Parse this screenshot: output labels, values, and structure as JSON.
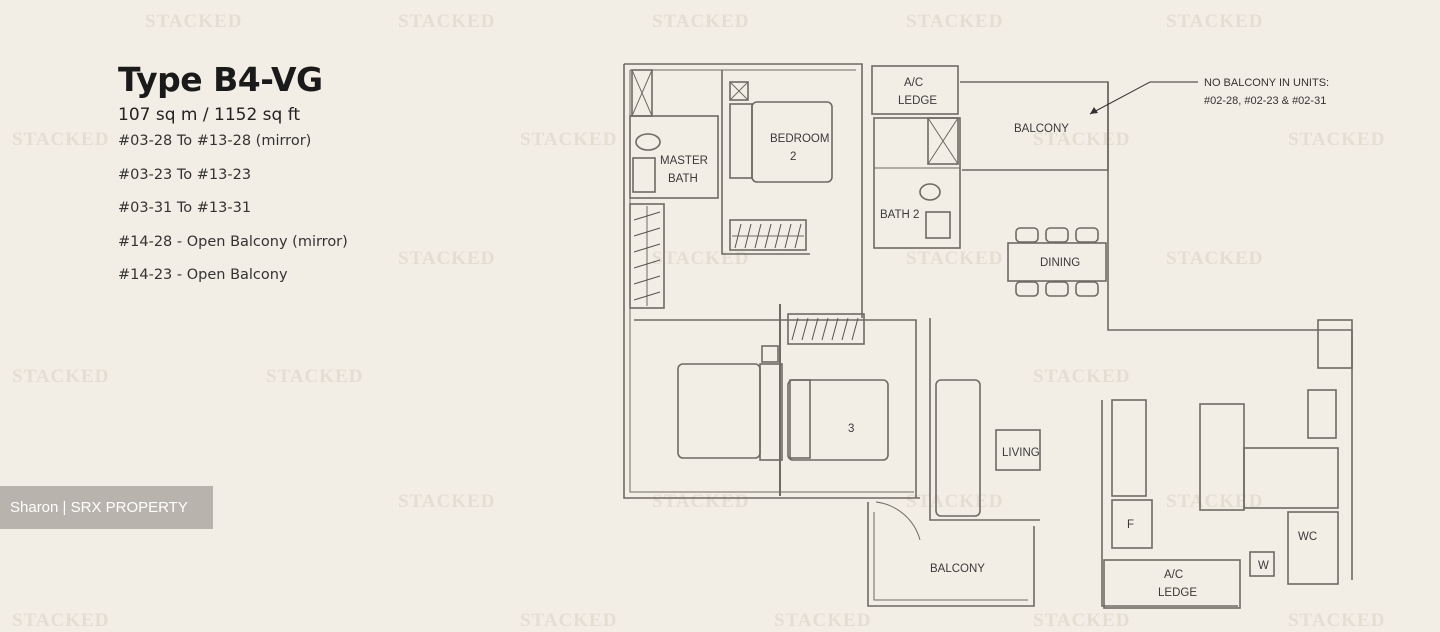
{
  "unit": {
    "title": "Type B4-VG",
    "area": "107 sq m / 1152 sq ft",
    "unit_ranges": [
      "#03-28 To #13-28 (mirror)",
      "#03-23 To #13-23",
      "#03-31 To #13-31",
      "#14-28 - Open Balcony (mirror)",
      "#14-23 - Open Balcony"
    ]
  },
  "agent_badge": "Sharon | SRX PROPERTY",
  "watermark": "STACKED",
  "floorplan": {
    "note_line1": "NO BALCONY IN UNITS:",
    "note_line2": "#02-28, #02-23 & #02-31",
    "rooms": {
      "master_bath_1": "MASTER",
      "master_bath_2": "BATH",
      "bedroom2_1": "BEDROOM",
      "bedroom2_2": "2",
      "ac_ledge_top_1": "A/C",
      "ac_ledge_top_2": "LEDGE",
      "balcony_top": "BALCONY",
      "bath2": "BATH 2",
      "dining": "DINING",
      "bedroom3_num": "3",
      "living": "LIVING",
      "balcony_bottom": "BALCONY",
      "fridge": "F",
      "washer": "W",
      "wc": "WC",
      "ac_ledge_bottom_1": "A/C",
      "ac_ledge_bottom_2": "LEDGE"
    }
  },
  "colors": {
    "background": "#f3eee5",
    "wall": "#6e6a64",
    "badge": "#b8b3ad",
    "watermark": "#e4ddd2"
  }
}
